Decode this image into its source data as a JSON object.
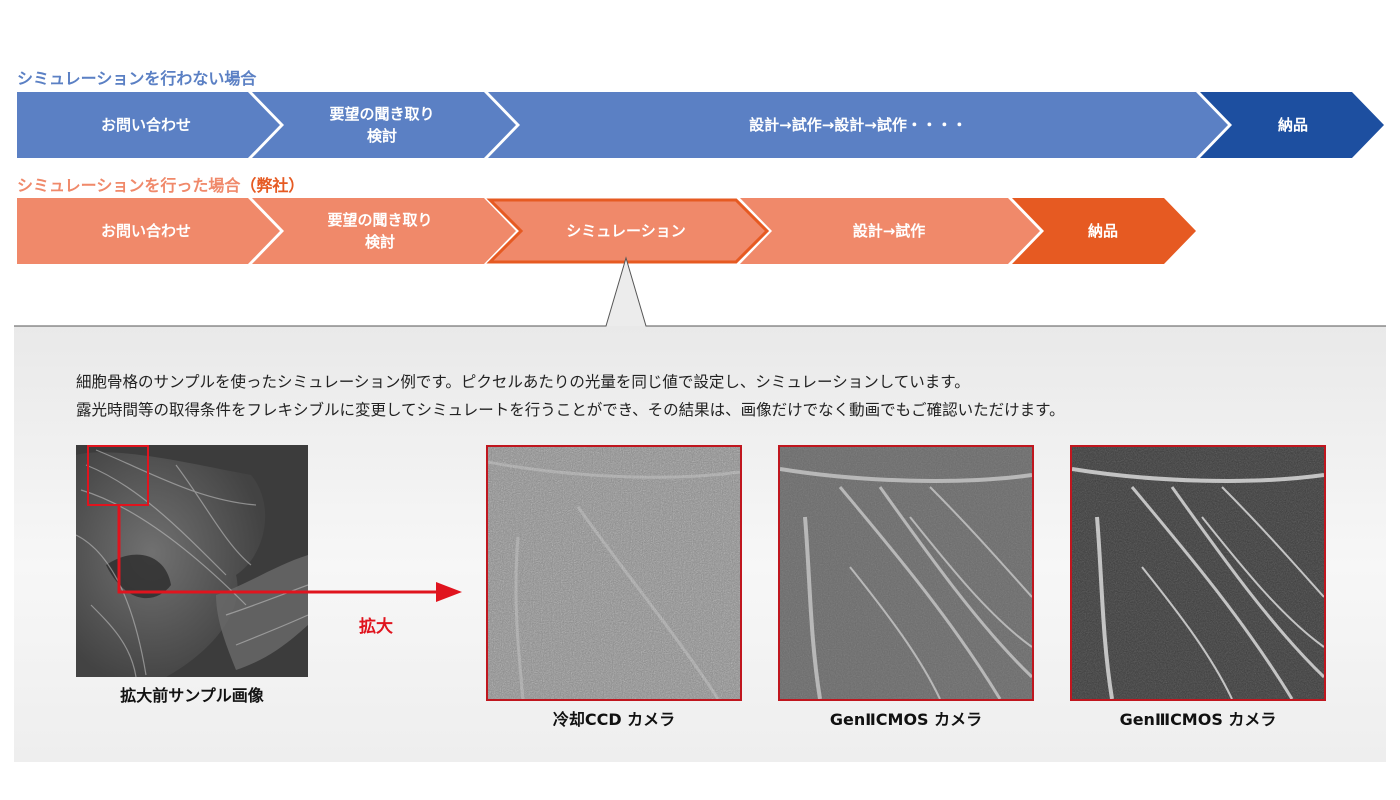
{
  "without_simulation": {
    "title": "シミュレーションを行わない場合",
    "steps": [
      "お問い合わせ",
      "要望の聞き取り\n検討",
      "設計→試作→設計→試作・・・・",
      "納品"
    ]
  },
  "with_simulation": {
    "title": "シミュレーションを行った場合",
    "title_suffix": "（弊社）",
    "steps": [
      "お問い合わせ",
      "要望の聞き取り\n検討",
      "シミュレーション",
      "設計→試作",
      "納品"
    ]
  },
  "panel": {
    "description_line1": "細胞骨格のサンプルを使ったシミュレーション例です。ピクセルあたりの光量を同じ値で設定し、シミュレーションしています。",
    "description_line2": "露光時間等の取得条件をフレキシブルに変更してシミュレートを行うことができ、その結果は、画像だけでなく動画でもご確認いただけます。",
    "zoom_label": "拡大",
    "source_caption": "拡大前サンプル画像",
    "cameras": [
      "冷却CCD カメラ",
      "GenⅡCMOS カメラ",
      "GenⅢCMOS カメラ"
    ]
  },
  "colors": {
    "blue_light": "#5b80c4",
    "blue_dark": "#1d4fa0",
    "orange_light": "#f0896a",
    "orange_dark": "#e65a22",
    "accent_red": "#e0141e"
  }
}
